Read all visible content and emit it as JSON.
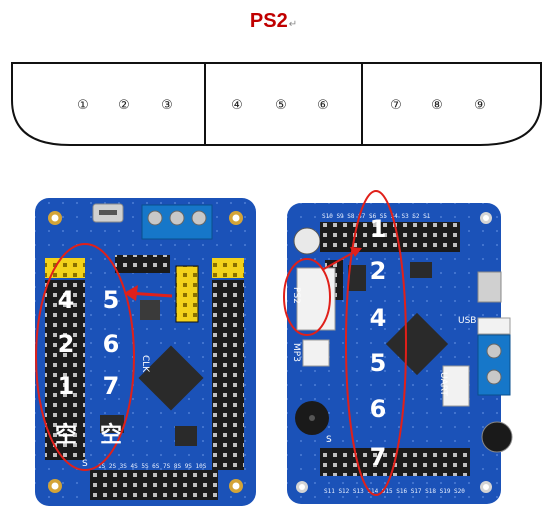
{
  "title": "PS2",
  "title_mark": "↵",
  "connector": {
    "groups": [
      [
        "①",
        "②",
        "③"
      ],
      [
        "④",
        "⑤",
        "⑥"
      ],
      [
        "⑦",
        "⑧",
        "⑨"
      ]
    ]
  },
  "left_board": {
    "overlay_labels": [
      "4",
      "5",
      "2",
      "6",
      "1",
      "7",
      "空",
      "空"
    ],
    "silk": {
      "bottom_row": "1S 2S 3S 4S 5S 6S 7S 8S 9S 10S",
      "top_tag": "CLK",
      "s": "S"
    }
  },
  "right_board": {
    "overlay_labels": [
      "1",
      "2",
      "4",
      "5",
      "6",
      "7"
    ],
    "silk": {
      "top_row": "S10 S9 S8 S7 S6 S5 S4 S3 S2 S1",
      "bottom_row": "S11 S12 S13 S14 S15 S16 S17 S18 S19 S20",
      "ps2": "PS2",
      "mp3": "MP3",
      "usb": "USB",
      "uart": "UART",
      "s": "S"
    }
  },
  "colors": {
    "title": "#c00000",
    "pcb": "#1b52b8",
    "annotation": "#e0201a",
    "header_yellow": "#f3d21b"
  }
}
